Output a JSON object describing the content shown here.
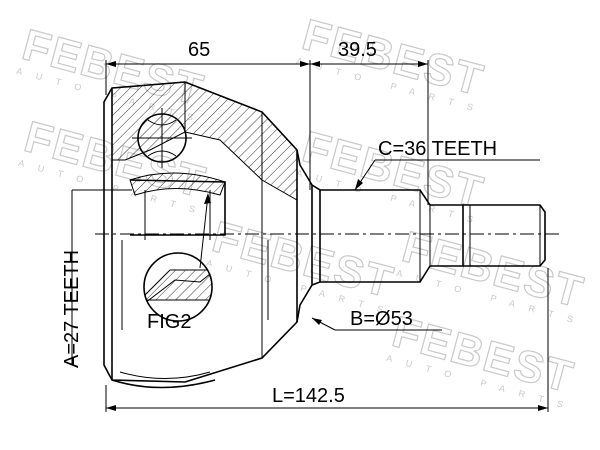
{
  "watermark": {
    "brand": "FEBEST",
    "tagline": "AUTO PARTS"
  },
  "dimensions": {
    "length_top_left": "65",
    "length_top_right": "39.5",
    "outer_spline": "C=36 TEETH",
    "inner_spline": "A=27 TEETH",
    "abs_diameter": "B=Ø53",
    "total_length": "L=142.5",
    "figure_ref": "FIG2"
  },
  "colors": {
    "line": "#000000",
    "watermark": "#c9c9c9",
    "background": "#ffffff"
  }
}
